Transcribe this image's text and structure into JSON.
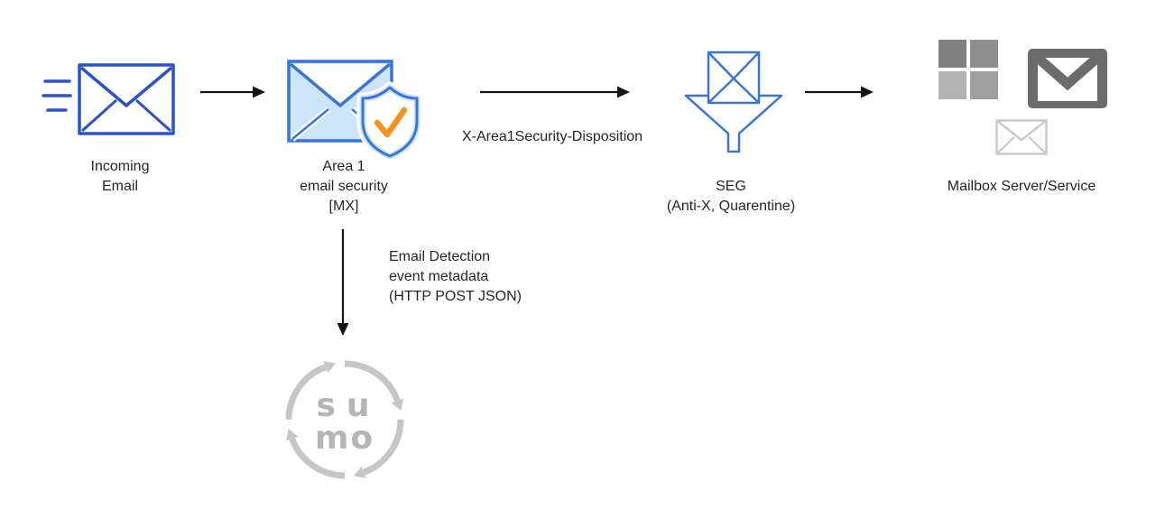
{
  "nodes": {
    "incoming": {
      "lines": [
        "Incoming",
        "Email"
      ]
    },
    "area1": {
      "lines": [
        "Area 1",
        "email security",
        "[MX]"
      ]
    },
    "seg": {
      "lines": [
        "SEG",
        "(Anti-X, Quarentine)"
      ]
    },
    "mailbox": {
      "label": "Mailbox Server/Service"
    },
    "sumo": {
      "text_top": "su",
      "text_bottom": "mo"
    }
  },
  "edges": {
    "area1_to_seg": {
      "label": "X-Area1Security-Disposition"
    },
    "area1_to_sumo": {
      "lines": [
        "Email Detection",
        "event metadata",
        "(HTTP POST JSON)"
      ]
    }
  },
  "icons": {
    "incoming_email": "envelope-with-motion-lines",
    "area1": "envelope-with-shield-check",
    "seg": "funnel-with-envelope",
    "mailbox": [
      "microsoft-squares-logo",
      "gmail-envelope-logo",
      "small-envelope-outline"
    ],
    "sumo": "sumo-logic-circular-arrows-logo"
  },
  "colors": {
    "primary_blue": "#2b53c8",
    "icon_blue": "#3a74d8",
    "light_blue": "#cde5f8",
    "check_orange": "#f5921e",
    "arrow_black": "#141414",
    "text_dark": "#262626",
    "ms_gray_1": "#808080",
    "ms_gray_2": "#8e8e8e",
    "ms_gray_3": "#b2b2b2",
    "ms_gray_4": "#9f9f9f",
    "gmail_gray": "#6b6b6b",
    "sumo_gray": "#c6c6c6",
    "sumo_text": "#b5b5b5",
    "env_gray": "#c9c9c9"
  }
}
